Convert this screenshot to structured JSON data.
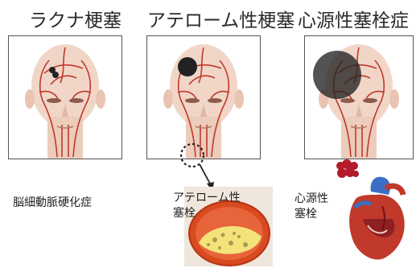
{
  "titles": {
    "lacunar": "ラクナ梗塞",
    "atherothrombotic": "アテローム性梗塞",
    "cardioembolic": "心源性塞栓症"
  },
  "captions": {
    "lacunar": "脳細動脈硬化症",
    "athero_line1": "アテローム性",
    "athero_line2": "塞栓",
    "cardio_line1": "心源性",
    "cardio_line2": "塞栓"
  },
  "colors": {
    "skin": "#f1d6c8",
    "vessel": "#c0392b",
    "infarct": "#222222",
    "heart": "#c0392b",
    "aorta_blue": "#3a6fc4"
  }
}
